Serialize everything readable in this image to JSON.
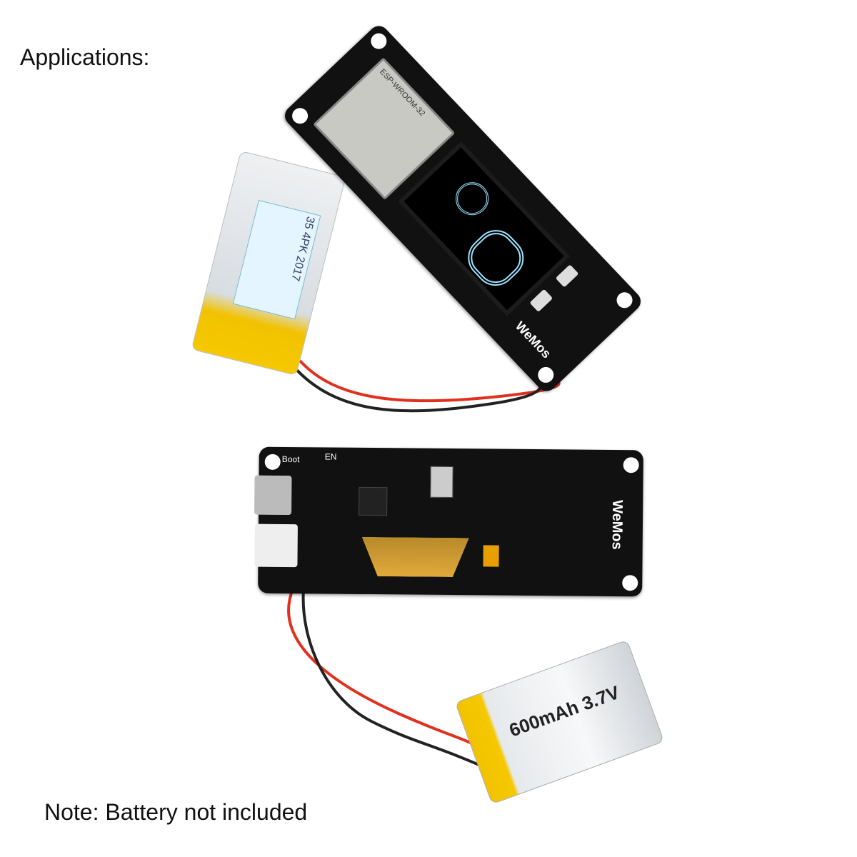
{
  "captions": {
    "top": "Applications:",
    "bottom": "Note: Battery not included"
  },
  "board": {
    "brand_logo": "WeMos",
    "module_label": "ESP-WROOM-32",
    "buttons": [
      "Boot",
      "EN"
    ]
  },
  "batteries": {
    "top_label": "35 4PK 2017",
    "bottom_label": "600mAh 3.7V"
  },
  "colors": {
    "board": "#111111",
    "battery_yellow": "#f2c200",
    "wire_red": "#e0301e",
    "wire_black": "#222222",
    "oled_ring": "#9be3ff"
  }
}
